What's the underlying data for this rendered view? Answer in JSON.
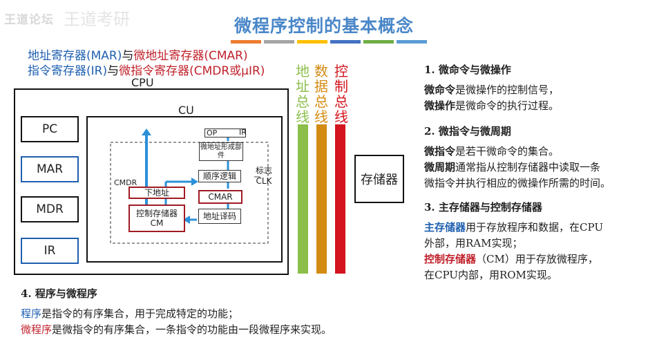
{
  "watermark": {
    "text1": "王道论坛",
    "text2": "王道考研"
  },
  "title": "微程序控制的基本概念",
  "accent_bars": [
    "#ed7d31",
    "#a5a5a5",
    "#ffc000",
    "#4472c4",
    "#70ad47",
    "#5b9bd5",
    "#ed7d31"
  ],
  "mapping": {
    "line1_a": "地址寄存器(MAR)",
    "line1_mid": "与",
    "line1_b": "微地址寄存器(CMAR)",
    "line2_a": "指令寄存器(IR)",
    "line2_mid": "与",
    "line2_b": "微指令寄存器(CMDR或μIR)"
  },
  "diagram": {
    "cpu_label": "CPU",
    "cu_label": "CU",
    "registers": [
      "PC",
      "MAR",
      "MDR",
      "IR"
    ],
    "op_label": "OP",
    "ir_label": "IR",
    "micro_addr_unit": "微地址形成部件",
    "sequence_logic": "顺序逻辑",
    "flag_label": "标志",
    "clk_label": "CLK",
    "cmdr_label": "CMDR",
    "next_addr": "下地址",
    "cmar": "CMAR",
    "control_store": "控制存储器CM",
    "addr_decode": "地址译码",
    "memory": "存储器",
    "buses": [
      {
        "label": "地址总线",
        "color": "#8bbf4a"
      },
      {
        "label": "数据总线",
        "color": "#d38b12"
      },
      {
        "label": "控制总线",
        "color": "#d4141e"
      }
    ]
  },
  "right_panel": {
    "s1_title": "1. 微命令与微操作",
    "s1_l1_bold": "微命令",
    "s1_l1_rest": "是微操作的控制信号，",
    "s1_l2_bold": "微操作",
    "s1_l2_rest": "是微命令的执行过程。",
    "s2_title": "2. 微指令与微周期",
    "s2_l1_bold": "微指令",
    "s2_l1_rest": "是若干微命令的集合。",
    "s2_l2_bold": "微周期",
    "s2_l2_rest": "通常指从控制存储器中读取一条",
    "s2_l3": "微指令并执行相应的微操作所需的时间。",
    "s3_title": "3. 主存储器与控制存储器",
    "s3_l1_bold": "主存储器",
    "s3_l1_rest": "用于存放程序和数据，在CPU",
    "s3_l2": "外部，用RAM实现；",
    "s3_l3_bold": "控制存储器",
    "s3_l3_rest": "（CM）用于存放微程序，",
    "s3_l4": "在CPU内部，用ROM实现。"
  },
  "bottom": {
    "s4_title": "4. 程序与微程序",
    "l1_bold": "程序",
    "l1_rest": "是指令的有序集合，用于完成特定的功能；",
    "l2_bold": "微程序",
    "l2_rest": "是微指令的有序集合，一条指令的功能由一段微程序来实现。"
  }
}
